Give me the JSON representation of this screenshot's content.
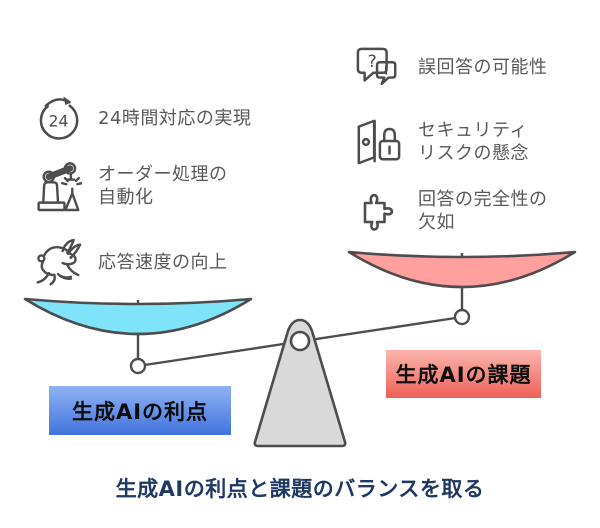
{
  "title": {
    "text": "生成AIの利点と課題のバランスを取る",
    "color": "#1F3864"
  },
  "benefits": {
    "label": "生成AIの利点",
    "pan_color": "#7FE3F9",
    "label_gradient": [
      "#8FB3F2",
      "#4273DE"
    ],
    "items": [
      {
        "icon": "24-hours-icon",
        "text": "24時間対応の実現"
      },
      {
        "icon": "robot-arm-icon",
        "text": "オーダー処理の\n自動化"
      },
      {
        "icon": "rabbit-icon",
        "text": "応答速度の向上"
      }
    ]
  },
  "challenges": {
    "label": "生成AIの課題",
    "pan_color": "#FF9F9E",
    "label_gradient": [
      "#FBB5AE",
      "#EE6158"
    ],
    "items": [
      {
        "icon": "chat-question-icon",
        "text": "誤回答の可能性"
      },
      {
        "icon": "door-lock-icon",
        "text": "セキュリティ\nリスクの懸念"
      },
      {
        "icon": "puzzle-icon",
        "text": "回答の完全性の\n欠如"
      }
    ]
  },
  "scale": {
    "stroke_color": "#4D4D4D",
    "fulcrum_color": "#D9D9D9",
    "pivot_color": "#FFFFFF"
  },
  "icon_glyphs": {
    "hours": "24",
    "question": "?",
    "exclamation": "!"
  }
}
